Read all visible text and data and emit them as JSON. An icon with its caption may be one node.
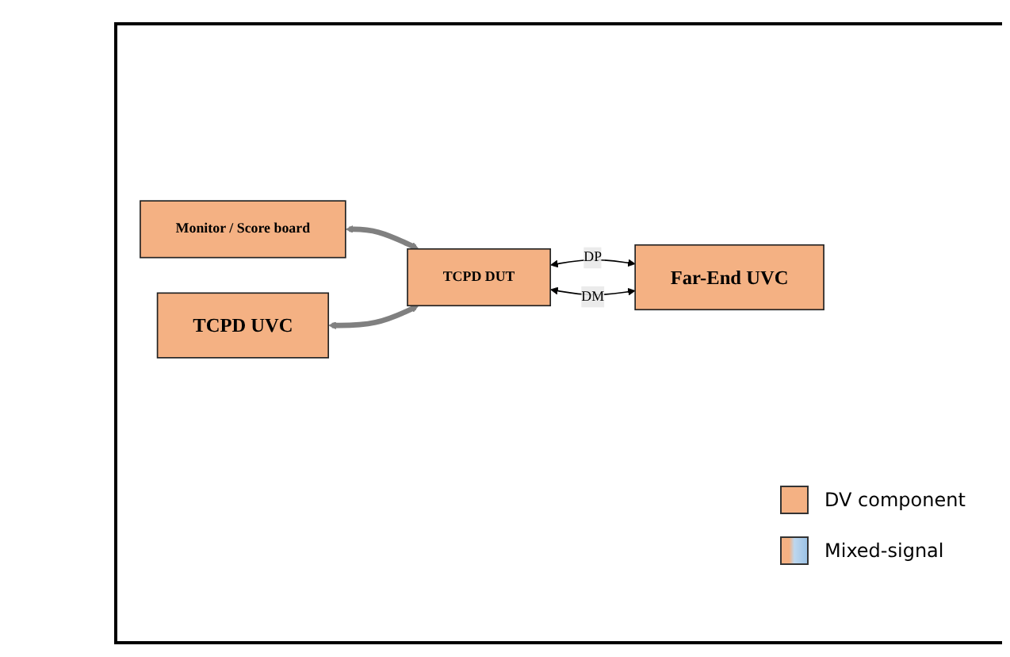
{
  "diagram": {
    "nodes": [
      {
        "text": [
          "Monitor / Score board"
        ]
      },
      {
        "text": [
          "TCPD UVC"
        ]
      },
      {
        "text": [
          "TCPD DUT"
        ]
      },
      {
        "text": [
          "Far-End UVC"
        ]
      }
    ],
    "edges": [
      {
        "from": 0,
        "to": 2,
        "arrow": "both",
        "style": "thick",
        "color": "#808080"
      },
      {
        "from": 1,
        "to": 2,
        "arrow": "both",
        "style": "thick",
        "color": "#808080"
      },
      {
        "from": 2,
        "to": 3,
        "arrow": "both",
        "label": "DP",
        "color": "#000000"
      },
      {
        "from": 2,
        "to": 3,
        "arrow": "both",
        "label": "DM",
        "color": "#000000"
      }
    ],
    "legend": [
      {
        "text": "DV component",
        "color": "#f4b183"
      },
      {
        "text": "Mixed-signal"
      }
    ]
  }
}
